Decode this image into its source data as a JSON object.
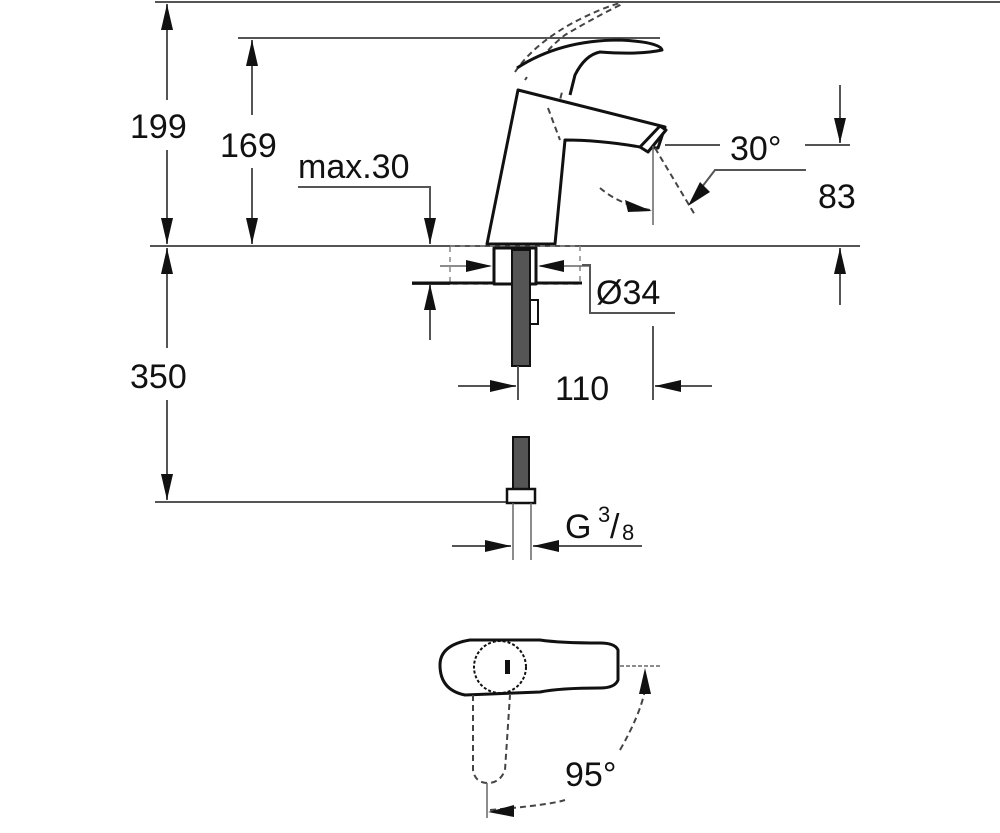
{
  "diagram": {
    "type": "technical-dimension-drawing",
    "subject": "single-lever basin mixer faucet",
    "dimensions": {
      "overall_height": "199",
      "spout_top_height": "169",
      "max_deck_thickness": "max.30",
      "spout_angle": "30°",
      "spout_outlet_height": "83",
      "hole_diameter": "Ø34",
      "projection": "110",
      "hose_length": "350",
      "connection_thread_prefix": "G",
      "connection_thread_num": "3",
      "connection_thread_den": "8",
      "lever_rotation": "95°"
    },
    "colors": {
      "line": "#111111",
      "dimension_line": "#555555",
      "background": "#ffffff"
    }
  }
}
